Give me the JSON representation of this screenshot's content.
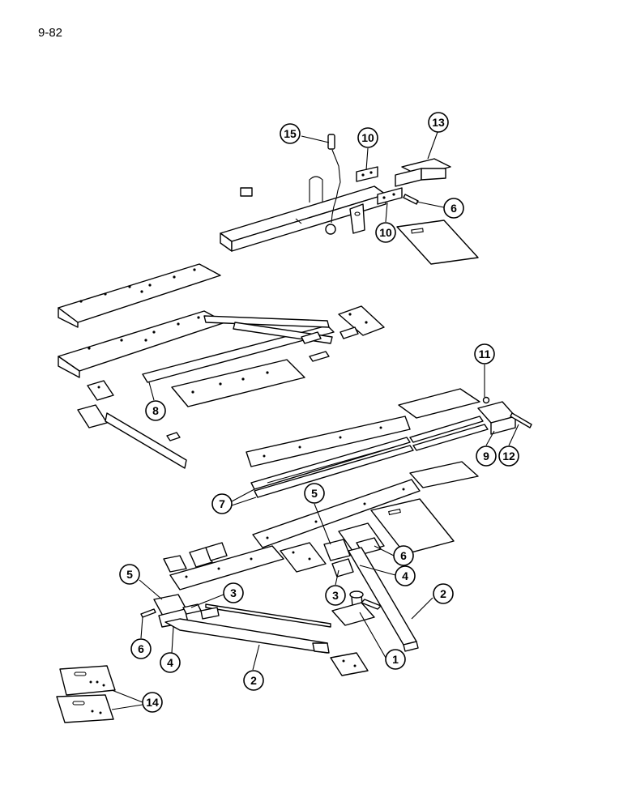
{
  "page": {
    "number": "9-82"
  },
  "callouts": [
    {
      "id": "c15",
      "label": "15"
    },
    {
      "id": "c10a",
      "label": "10"
    },
    {
      "id": "c13",
      "label": "13"
    },
    {
      "id": "c6a",
      "label": "6"
    },
    {
      "id": "c10b",
      "label": "10"
    },
    {
      "id": "c11",
      "label": "11"
    },
    {
      "id": "c8",
      "label": "8"
    },
    {
      "id": "c9",
      "label": "9"
    },
    {
      "id": "c12",
      "label": "12"
    },
    {
      "id": "c7",
      "label": "7"
    },
    {
      "id": "c5a",
      "label": "5"
    },
    {
      "id": "c6b",
      "label": "6"
    },
    {
      "id": "c4a",
      "label": "4"
    },
    {
      "id": "c2a",
      "label": "2"
    },
    {
      "id": "c5b",
      "label": "5"
    },
    {
      "id": "c3a",
      "label": "3"
    },
    {
      "id": "c3b",
      "label": "3"
    },
    {
      "id": "c6c",
      "label": "6"
    },
    {
      "id": "c4b",
      "label": "4"
    },
    {
      "id": "c1",
      "label": "1"
    },
    {
      "id": "c2b",
      "label": "2"
    },
    {
      "id": "c14",
      "label": "14"
    }
  ]
}
